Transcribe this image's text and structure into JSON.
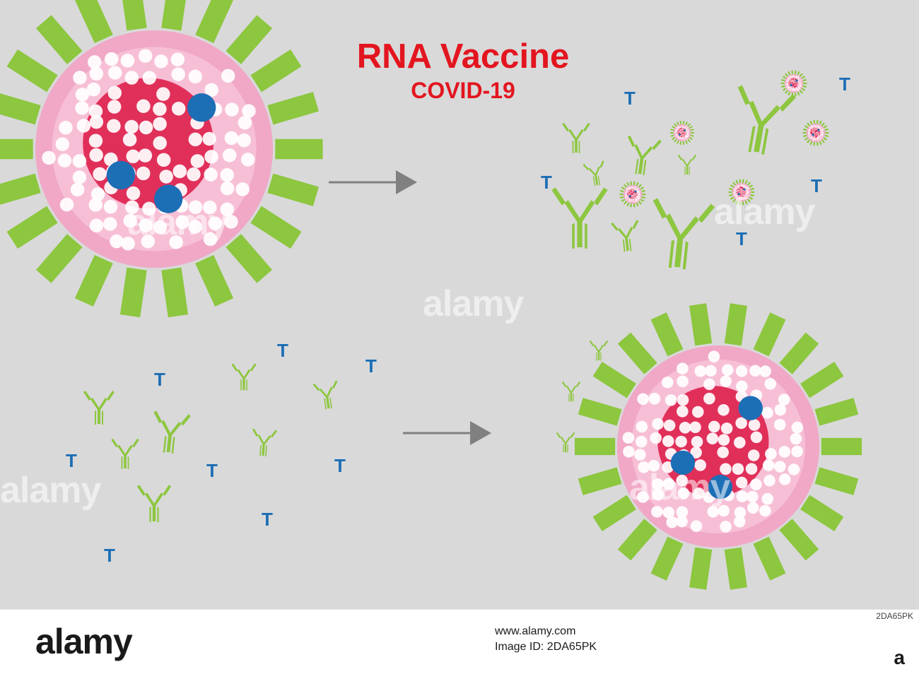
{
  "title": "RNA Vaccine",
  "subtitle": "COVID-19",
  "t_cell_label": "T",
  "watermark": "alamy",
  "footer": {
    "logo": "alamy",
    "image_id_line": "Image ID: 2DA65PK",
    "url": "www.alamy.com",
    "stamp": "a",
    "code": "2DA65PK"
  },
  "colors": {
    "background": "#d9d9d9",
    "spike": "#8dc63f",
    "shell": "#f0a8c6",
    "core": "#e0305a",
    "rna_dot": "#ffffff",
    "protein": "#1c6eb5",
    "t_cell": "#1c6eb5",
    "antibody": "#8dc63f",
    "title": "#e3151f",
    "arrow": "#808080"
  }
}
